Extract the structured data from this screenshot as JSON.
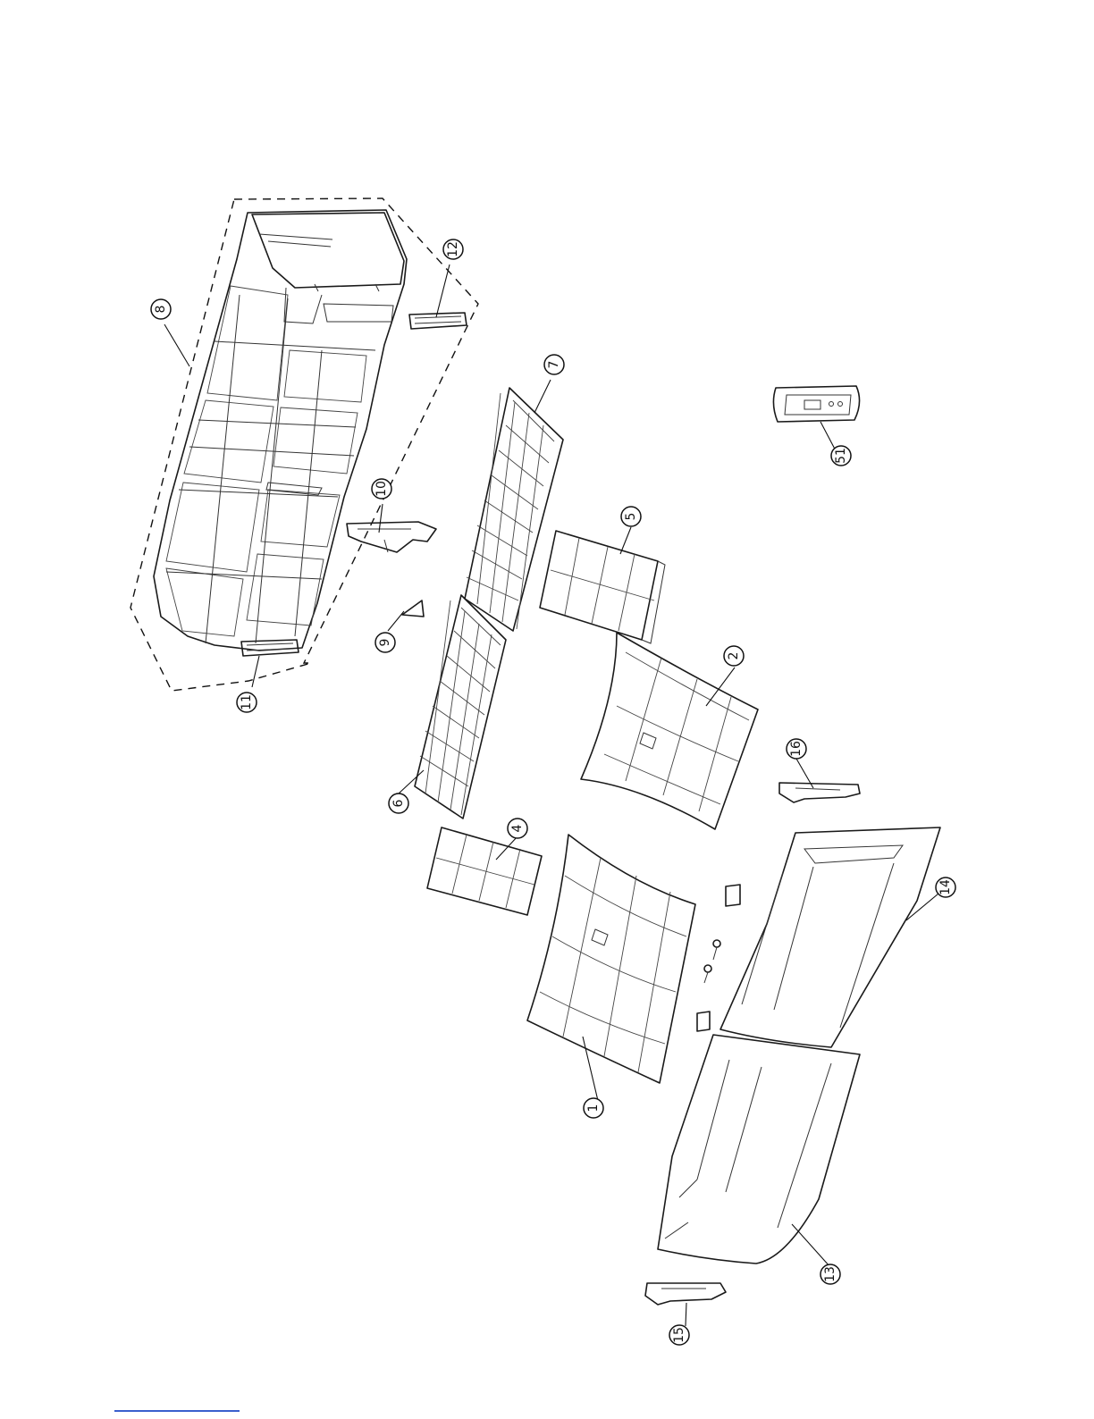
{
  "diagram": {
    "colors": {
      "line": "#1a1a1a",
      "footer_rule": "#3a5fcd"
    },
    "callouts": {
      "c1": "1",
      "c2": "2",
      "c4": "4",
      "c5": "5",
      "c6": "6",
      "c7": "7",
      "c8": "8",
      "c9": "9",
      "c10": "10",
      "c11": "11",
      "c12": "12",
      "c13": "13",
      "c14": "14",
      "c15": "15",
      "c16": "16",
      "c51": "51"
    }
  }
}
